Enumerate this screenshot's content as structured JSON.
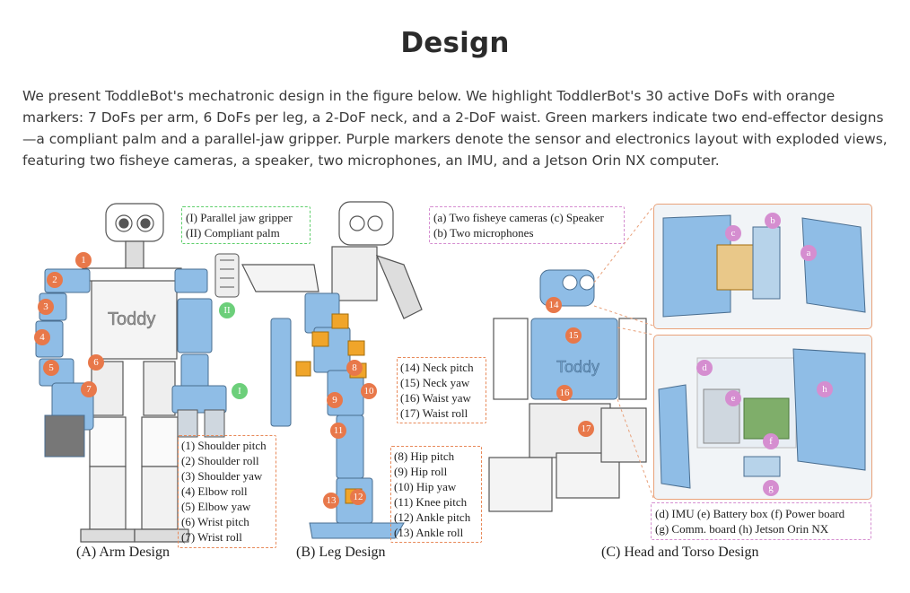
{
  "heading": "Design",
  "intro": "We present ToddleBot's mechatronic design in the figure below. We highlight ToddlerBot's 30 active DoFs with orange markers: 7 DoFs per arm, 6 DoFs per leg, a 2-DoF neck, and a 2-DoF waist. Green markers indicate two end-effector designs—a compliant palm and a parallel-jaw gripper. Purple markers denote the sensor and electronics layout with exploded views, featuring two fisheye cameras, a speaker, two microphones, an IMU, and a Jetson Orin NX computer.",
  "figure": {
    "robot_logo_text": "Toddy",
    "end_effector_legend": [
      "(I)  Parallel jaw gripper",
      "(II) Compliant palm"
    ],
    "arm_legend": [
      "(1) Shoulder pitch",
      "(2) Shoulder roll",
      "(3) Shoulder yaw",
      "(4) Elbow roll",
      "(5) Elbow yaw",
      "(6) Wrist pitch",
      "(7) Wrist roll"
    ],
    "neck_waist_legend": [
      "(14) Neck pitch",
      "(15) Neck yaw",
      "(16) Waist yaw",
      "(17) Waist roll"
    ],
    "leg_legend": [
      "(8)  Hip pitch",
      "(9)  Hip roll",
      "(10) Hip yaw",
      "(11) Knee pitch",
      "(12) Ankle pitch",
      "(13) Ankle roll"
    ],
    "head_legend": [
      "(a) Two fisheye cameras (c) Speaker",
      "(b) Two microphones"
    ],
    "torso_legend": [
      "(d) IMU (e) Battery box (f) Power board",
      "(g) Comm. board (h) Jetson Orin NX"
    ],
    "captions": {
      "a": "(A) Arm Design",
      "b": "(B) Leg Design",
      "c": "(C) Head and Torso Design"
    },
    "markers": {
      "orange": [
        "1",
        "2",
        "3",
        "4",
        "5",
        "6",
        "7",
        "8",
        "9",
        "10",
        "11",
        "12",
        "13",
        "14",
        "15",
        "16",
        "17"
      ],
      "green": [
        "II",
        "I"
      ],
      "purple": [
        "c",
        "b",
        "a",
        "d",
        "e",
        "h",
        "f",
        "g"
      ]
    },
    "colors": {
      "orange_marker": "#e8784a",
      "green_marker": "#6ccf7a",
      "purple_marker": "#d58ed0",
      "robot_blue": "#8fbde6",
      "servo_orange": "#f0a52a"
    }
  }
}
